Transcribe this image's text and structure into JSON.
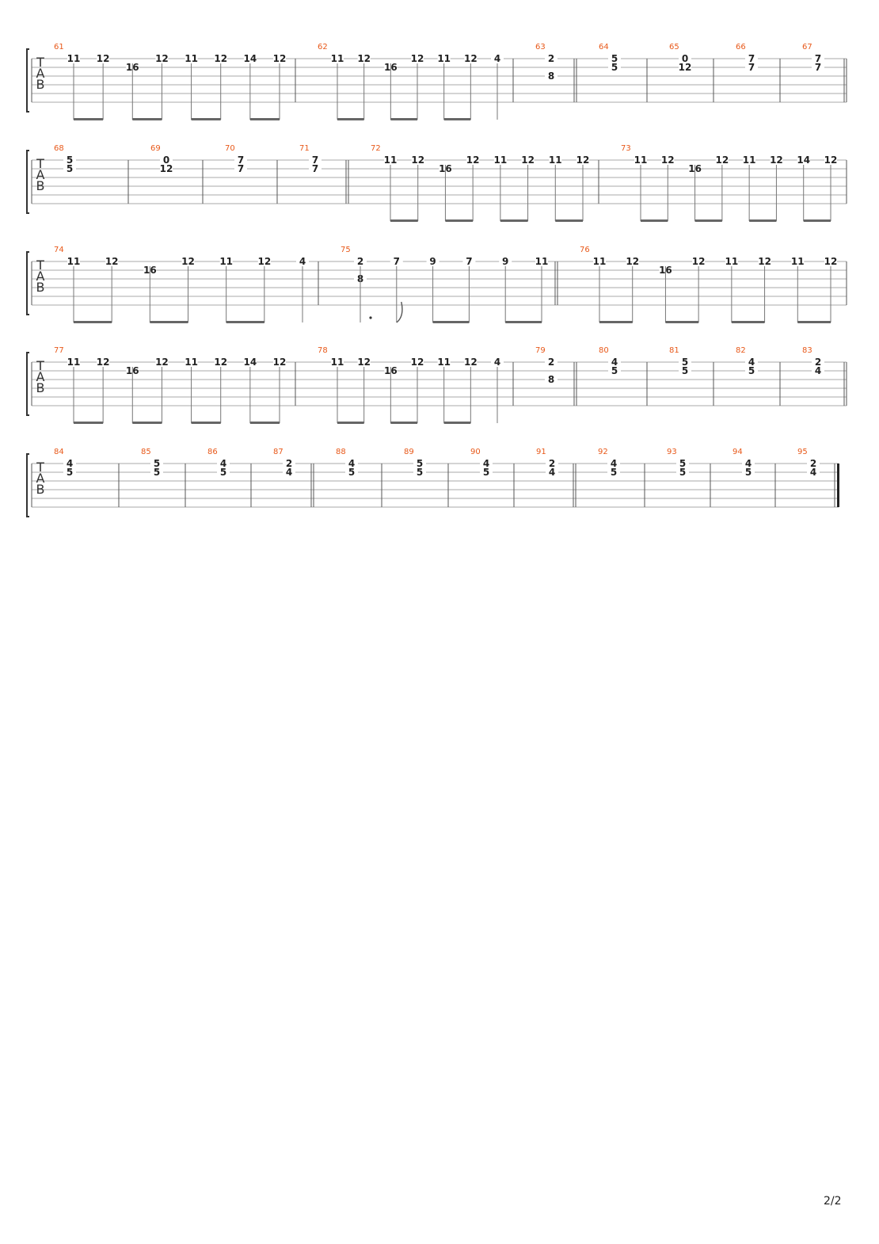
{
  "page_number": "2/2",
  "tab_letters": [
    "T",
    "A",
    "B"
  ],
  "colors": {
    "measure_number": "#e8591a",
    "staff_line": "#aaaaaa",
    "note": "#222222",
    "beam": "#666666"
  },
  "systems": [
    {
      "measures": [
        {
          "num": "61",
          "events": [
            {
              "n": [
                "11"
              ],
              "s": [
                0
              ]
            },
            {
              "n": [
                "12"
              ],
              "s": [
                0
              ]
            },
            {
              "n": [
                "16"
              ],
              "s": [
                1
              ]
            },
            {
              "n": [
                "12"
              ],
              "s": [
                0
              ]
            },
            {
              "n": [
                "11"
              ],
              "s": [
                0
              ]
            },
            {
              "n": [
                "12"
              ],
              "s": [
                0
              ]
            },
            {
              "n": [
                "14"
              ],
              "s": [
                0
              ]
            },
            {
              "n": [
                "12"
              ],
              "s": [
                0
              ]
            }
          ],
          "stems": "beam-pairs"
        },
        {
          "num": "62",
          "events": [
            {
              "n": [
                "11"
              ],
              "s": [
                0
              ]
            },
            {
              "n": [
                "12"
              ],
              "s": [
                0
              ]
            },
            {
              "n": [
                "16"
              ],
              "s": [
                1
              ]
            },
            {
              "n": [
                "12"
              ],
              "s": [
                0
              ]
            },
            {
              "n": [
                "11"
              ],
              "s": [
                0
              ]
            },
            {
              "n": [
                "12"
              ],
              "s": [
                0
              ]
            },
            {
              "n": [
                "4"
              ],
              "s": [
                0
              ]
            }
          ],
          "stems": "beam-pairs-last-single"
        },
        {
          "num": "63",
          "events": [
            {
              "n": [
                "2",
                "8"
              ],
              "s": [
                0,
                2
              ]
            }
          ],
          "stems": "none",
          "end": "double"
        },
        {
          "num": "64",
          "events": [
            {
              "n": [
                "5",
                "5"
              ],
              "s": [
                0,
                1
              ]
            }
          ],
          "stems": "none"
        },
        {
          "num": "65",
          "events": [
            {
              "n": [
                "0",
                "12"
              ],
              "s": [
                0,
                1
              ]
            }
          ],
          "stems": "none"
        },
        {
          "num": "66",
          "events": [
            {
              "n": [
                "7",
                "7"
              ],
              "s": [
                0,
                1
              ]
            }
          ],
          "stems": "none"
        },
        {
          "num": "67",
          "events": [
            {
              "n": [
                "7",
                "7"
              ],
              "s": [
                0,
                1
              ]
            }
          ],
          "stems": "none",
          "end": "double"
        }
      ]
    },
    {
      "measures": [
        {
          "num": "68",
          "events": [
            {
              "n": [
                "5",
                "5"
              ],
              "s": [
                0,
                1
              ]
            }
          ],
          "stems": "none"
        },
        {
          "num": "69",
          "events": [
            {
              "n": [
                "0",
                "12"
              ],
              "s": [
                0,
                1
              ]
            }
          ],
          "stems": "none"
        },
        {
          "num": "70",
          "events": [
            {
              "n": [
                "7",
                "7"
              ],
              "s": [
                0,
                1
              ]
            }
          ],
          "stems": "none"
        },
        {
          "num": "71",
          "events": [
            {
              "n": [
                "7",
                "7"
              ],
              "s": [
                0,
                1
              ]
            }
          ],
          "stems": "none",
          "end": "double"
        },
        {
          "num": "72",
          "events": [
            {
              "n": [
                "11"
              ],
              "s": [
                0
              ]
            },
            {
              "n": [
                "12"
              ],
              "s": [
                0
              ]
            },
            {
              "n": [
                "16"
              ],
              "s": [
                1
              ]
            },
            {
              "n": [
                "12"
              ],
              "s": [
                0
              ]
            },
            {
              "n": [
                "11"
              ],
              "s": [
                0
              ]
            },
            {
              "n": [
                "12"
              ],
              "s": [
                0
              ]
            },
            {
              "n": [
                "11"
              ],
              "s": [
                0
              ]
            },
            {
              "n": [
                "12"
              ],
              "s": [
                0
              ]
            }
          ],
          "stems": "beam-pairs"
        },
        {
          "num": "73",
          "events": [
            {
              "n": [
                "11"
              ],
              "s": [
                0
              ]
            },
            {
              "n": [
                "12"
              ],
              "s": [
                0
              ]
            },
            {
              "n": [
                "16"
              ],
              "s": [
                1
              ]
            },
            {
              "n": [
                "12"
              ],
              "s": [
                0
              ]
            },
            {
              "n": [
                "11"
              ],
              "s": [
                0
              ]
            },
            {
              "n": [
                "12"
              ],
              "s": [
                0
              ]
            },
            {
              "n": [
                "14"
              ],
              "s": [
                0
              ]
            },
            {
              "n": [
                "12"
              ],
              "s": [
                0
              ]
            }
          ],
          "stems": "beam-pairs"
        }
      ]
    },
    {
      "measures": [
        {
          "num": "74",
          "events": [
            {
              "n": [
                "11"
              ],
              "s": [
                0
              ]
            },
            {
              "n": [
                "12"
              ],
              "s": [
                0
              ]
            },
            {
              "n": [
                "16"
              ],
              "s": [
                1
              ]
            },
            {
              "n": [
                "12"
              ],
              "s": [
                0
              ]
            },
            {
              "n": [
                "11"
              ],
              "s": [
                0
              ]
            },
            {
              "n": [
                "12"
              ],
              "s": [
                0
              ]
            },
            {
              "n": [
                "4"
              ],
              "s": [
                0
              ]
            }
          ],
          "stems": "beam-pairs-last-single"
        },
        {
          "num": "75",
          "events": [
            {
              "n": [
                "2",
                "8"
              ],
              "s": [
                0,
                2
              ]
            },
            {
              "n": [
                "7"
              ],
              "s": [
                0
              ]
            },
            {
              "n": [
                "9"
              ],
              "s": [
                0
              ]
            },
            {
              "n": [
                "7"
              ],
              "s": [
                0
              ]
            },
            {
              "n": [
                "9"
              ],
              "s": [
                0
              ]
            },
            {
              "n": [
                "11"
              ],
              "s": [
                0
              ]
            }
          ],
          "stems": "dotted-flag-pairs",
          "end": "double"
        },
        {
          "num": "76",
          "events": [
            {
              "n": [
                "11"
              ],
              "s": [
                0
              ]
            },
            {
              "n": [
                "12"
              ],
              "s": [
                0
              ]
            },
            {
              "n": [
                "16"
              ],
              "s": [
                1
              ]
            },
            {
              "n": [
                "12"
              ],
              "s": [
                0
              ]
            },
            {
              "n": [
                "11"
              ],
              "s": [
                0
              ]
            },
            {
              "n": [
                "12"
              ],
              "s": [
                0
              ]
            },
            {
              "n": [
                "11"
              ],
              "s": [
                0
              ]
            },
            {
              "n": [
                "12"
              ],
              "s": [
                0
              ]
            }
          ],
          "stems": "beam-pairs"
        }
      ]
    },
    {
      "measures": [
        {
          "num": "77",
          "events": [
            {
              "n": [
                "11"
              ],
              "s": [
                0
              ]
            },
            {
              "n": [
                "12"
              ],
              "s": [
                0
              ]
            },
            {
              "n": [
                "16"
              ],
              "s": [
                1
              ]
            },
            {
              "n": [
                "12"
              ],
              "s": [
                0
              ]
            },
            {
              "n": [
                "11"
              ],
              "s": [
                0
              ]
            },
            {
              "n": [
                "12"
              ],
              "s": [
                0
              ]
            },
            {
              "n": [
                "14"
              ],
              "s": [
                0
              ]
            },
            {
              "n": [
                "12"
              ],
              "s": [
                0
              ]
            }
          ],
          "stems": "beam-pairs"
        },
        {
          "num": "78",
          "events": [
            {
              "n": [
                "11"
              ],
              "s": [
                0
              ]
            },
            {
              "n": [
                "12"
              ],
              "s": [
                0
              ]
            },
            {
              "n": [
                "16"
              ],
              "s": [
                1
              ]
            },
            {
              "n": [
                "12"
              ],
              "s": [
                0
              ]
            },
            {
              "n": [
                "11"
              ],
              "s": [
                0
              ]
            },
            {
              "n": [
                "12"
              ],
              "s": [
                0
              ]
            },
            {
              "n": [
                "4"
              ],
              "s": [
                0
              ]
            }
          ],
          "stems": "beam-pairs-last-single"
        },
        {
          "num": "79",
          "events": [
            {
              "n": [
                "2",
                "8"
              ],
              "s": [
                0,
                2
              ]
            }
          ],
          "stems": "none",
          "end": "double"
        },
        {
          "num": "80",
          "events": [
            {
              "n": [
                "4",
                "5"
              ],
              "s": [
                0,
                1
              ]
            }
          ],
          "stems": "none"
        },
        {
          "num": "81",
          "events": [
            {
              "n": [
                "5",
                "5"
              ],
              "s": [
                0,
                1
              ]
            }
          ],
          "stems": "none"
        },
        {
          "num": "82",
          "events": [
            {
              "n": [
                "4",
                "5"
              ],
              "s": [
                0,
                1
              ]
            }
          ],
          "stems": "none"
        },
        {
          "num": "83",
          "events": [
            {
              "n": [
                "2",
                "4"
              ],
              "s": [
                0,
                1
              ]
            }
          ],
          "stems": "none",
          "end": "double"
        }
      ]
    },
    {
      "measures": [
        {
          "num": "84",
          "events": [
            {
              "n": [
                "4",
                "5"
              ],
              "s": [
                0,
                1
              ]
            }
          ],
          "stems": "none"
        },
        {
          "num": "85",
          "events": [
            {
              "n": [
                "5",
                "5"
              ],
              "s": [
                0,
                1
              ]
            }
          ],
          "stems": "none"
        },
        {
          "num": "86",
          "events": [
            {
              "n": [
                "4",
                "5"
              ],
              "s": [
                0,
                1
              ]
            }
          ],
          "stems": "none"
        },
        {
          "num": "87",
          "events": [
            {
              "n": [
                "2",
                "4"
              ],
              "s": [
                0,
                1
              ]
            }
          ],
          "stems": "none",
          "end": "double"
        },
        {
          "num": "88",
          "events": [
            {
              "n": [
                "4",
                "5"
              ],
              "s": [
                0,
                1
              ]
            }
          ],
          "stems": "none"
        },
        {
          "num": "89",
          "events": [
            {
              "n": [
                "5",
                "5"
              ],
              "s": [
                0,
                1
              ]
            }
          ],
          "stems": "none"
        },
        {
          "num": "90",
          "events": [
            {
              "n": [
                "4",
                "5"
              ],
              "s": [
                0,
                1
              ]
            }
          ],
          "stems": "none"
        },
        {
          "num": "91",
          "events": [
            {
              "n": [
                "2",
                "4"
              ],
              "s": [
                0,
                1
              ]
            }
          ],
          "stems": "none",
          "end": "double"
        },
        {
          "num": "92",
          "events": [
            {
              "n": [
                "4",
                "5"
              ],
              "s": [
                0,
                1
              ]
            }
          ],
          "stems": "none"
        },
        {
          "num": "93",
          "events": [
            {
              "n": [
                "5",
                "5"
              ],
              "s": [
                0,
                1
              ]
            }
          ],
          "stems": "none"
        },
        {
          "num": "94",
          "events": [
            {
              "n": [
                "4",
                "5"
              ],
              "s": [
                0,
                1
              ]
            }
          ],
          "stems": "none"
        },
        {
          "num": "95",
          "events": [
            {
              "n": [
                "2",
                "4"
              ],
              "s": [
                0,
                1
              ]
            }
          ],
          "stems": "none",
          "end": "final"
        }
      ]
    }
  ]
}
